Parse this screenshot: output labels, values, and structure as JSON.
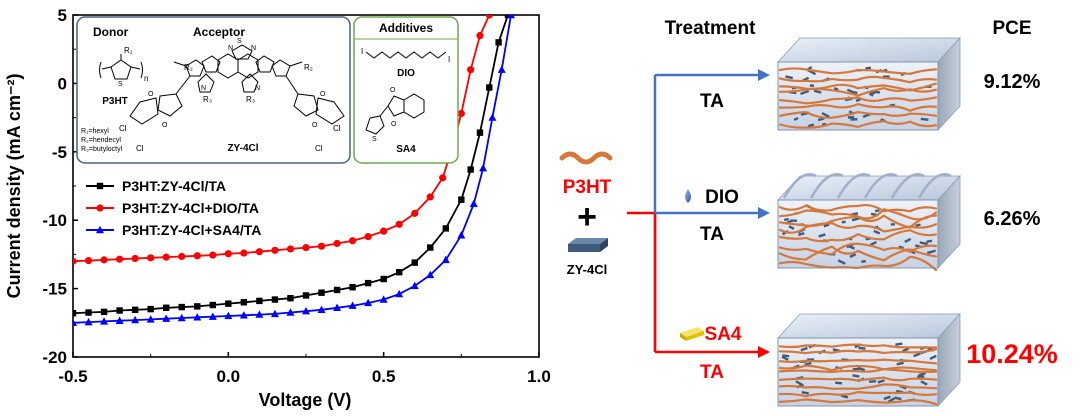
{
  "chart_data": {
    "type": "line",
    "xlabel": "Voltage (V)",
    "ylabel": "Current density (mA cm⁻²)",
    "xlim": [
      -0.5,
      1.0
    ],
    "ylim": [
      -20,
      5
    ],
    "xticks": [
      "-0.5",
      "0.0",
      "0.5",
      "1.0"
    ],
    "yticks": [
      "5",
      "0",
      "-5",
      "-10",
      "-15",
      "-20"
    ],
    "legend_position": "middle-left",
    "series": [
      {
        "name": "P3HT:ZY-4Cl/TA",
        "color": "#000000",
        "marker": "square",
        "x": [
          -0.5,
          -0.45,
          -0.4,
          -0.35,
          -0.3,
          -0.25,
          -0.2,
          -0.15,
          -0.1,
          -0.05,
          0.0,
          0.05,
          0.1,
          0.15,
          0.2,
          0.25,
          0.3,
          0.35,
          0.4,
          0.45,
          0.5,
          0.55,
          0.6,
          0.65,
          0.7,
          0.75,
          0.78,
          0.81,
          0.84,
          0.87,
          0.9
        ],
        "y": [
          -16.8,
          -16.75,
          -16.7,
          -16.6,
          -16.55,
          -16.5,
          -16.4,
          -16.35,
          -16.3,
          -16.2,
          -16.1,
          -16.0,
          -15.9,
          -15.8,
          -15.7,
          -15.5,
          -15.3,
          -15.1,
          -14.9,
          -14.6,
          -14.3,
          -13.8,
          -13.1,
          -12.0,
          -10.6,
          -8.5,
          -6.3,
          -3.6,
          -0.3,
          3.0,
          5.0
        ]
      },
      {
        "name": "P3HT:ZY-4Cl+DIO/TA",
        "color": "#ff0000",
        "marker": "circle",
        "x": [
          -0.5,
          -0.45,
          -0.4,
          -0.35,
          -0.3,
          -0.25,
          -0.2,
          -0.15,
          -0.1,
          -0.05,
          0.0,
          0.05,
          0.1,
          0.15,
          0.2,
          0.25,
          0.3,
          0.35,
          0.4,
          0.45,
          0.5,
          0.55,
          0.6,
          0.65,
          0.69,
          0.72,
          0.75,
          0.78,
          0.81,
          0.84
        ],
        "y": [
          -13.0,
          -12.95,
          -12.9,
          -12.85,
          -12.8,
          -12.75,
          -12.7,
          -12.65,
          -12.6,
          -12.55,
          -12.45,
          -12.4,
          -12.3,
          -12.2,
          -12.1,
          -12.0,
          -11.9,
          -11.7,
          -11.5,
          -11.2,
          -10.8,
          -10.3,
          -9.5,
          -8.3,
          -6.9,
          -4.8,
          -2.2,
          1.0,
          3.5,
          5.0
        ]
      },
      {
        "name": "P3HT:ZY-4Cl+SA4/TA",
        "color": "#0000ff",
        "marker": "triangle",
        "x": [
          -0.5,
          -0.45,
          -0.4,
          -0.35,
          -0.3,
          -0.25,
          -0.2,
          -0.15,
          -0.1,
          -0.05,
          0.0,
          0.05,
          0.1,
          0.15,
          0.2,
          0.25,
          0.3,
          0.35,
          0.4,
          0.45,
          0.5,
          0.55,
          0.6,
          0.65,
          0.7,
          0.75,
          0.79,
          0.82,
          0.85,
          0.88,
          0.91
        ],
        "y": [
          -17.5,
          -17.45,
          -17.4,
          -17.35,
          -17.3,
          -17.25,
          -17.2,
          -17.15,
          -17.1,
          -17.05,
          -17.0,
          -16.95,
          -16.9,
          -16.85,
          -16.75,
          -16.65,
          -16.55,
          -16.4,
          -16.25,
          -16.05,
          -15.8,
          -15.4,
          -14.8,
          -14.0,
          -12.9,
          -11.1,
          -8.8,
          -6.2,
          -2.5,
          1.0,
          5.0
        ]
      }
    ]
  },
  "inset": {
    "donor": {
      "title": "Donor",
      "name": "P3HT",
      "r1_label": "R₁",
      "s_label": "S",
      "n_label": "n",
      "r_groups": [
        "R₁=hexyl",
        "R₂=hendecyl",
        "R₃=butyloctyl"
      ]
    },
    "acceptor": {
      "title": "Acceptor",
      "name": "ZY-4Cl",
      "atoms": {
        "s": "S",
        "n": "N",
        "r2": "R₂",
        "r3": "R₃",
        "o": "O",
        "cl": "Cl"
      }
    },
    "additives": {
      "title": "Additives",
      "dio_name": "DIO",
      "sa4_name": "SA4",
      "atoms": {
        "i": "I",
        "o": "O",
        "s": "S"
      }
    }
  },
  "schematic": {
    "treatment_header": "Treatment",
    "pce_header": "PCE",
    "donor_label": "P3HT",
    "plus": "+",
    "acceptor_label": "ZY-4Cl",
    "paths": [
      {
        "additive": "",
        "treatment": "TA",
        "pce": "9.12%",
        "color": "#4472c4"
      },
      {
        "additive": "DIO",
        "treatment": "TA",
        "pce": "6.26%",
        "color": "#4472c4"
      },
      {
        "additive": "SA4",
        "treatment": "TA",
        "pce": "10.24%",
        "color": "#ff0000"
      }
    ],
    "colors": {
      "accent": "#ff0000",
      "arrow_blue": "#4472c4",
      "fibril": "#d5783a",
      "acceptor_block": "#3e5b7a",
      "sa4_yellow": "#f0d000"
    }
  }
}
